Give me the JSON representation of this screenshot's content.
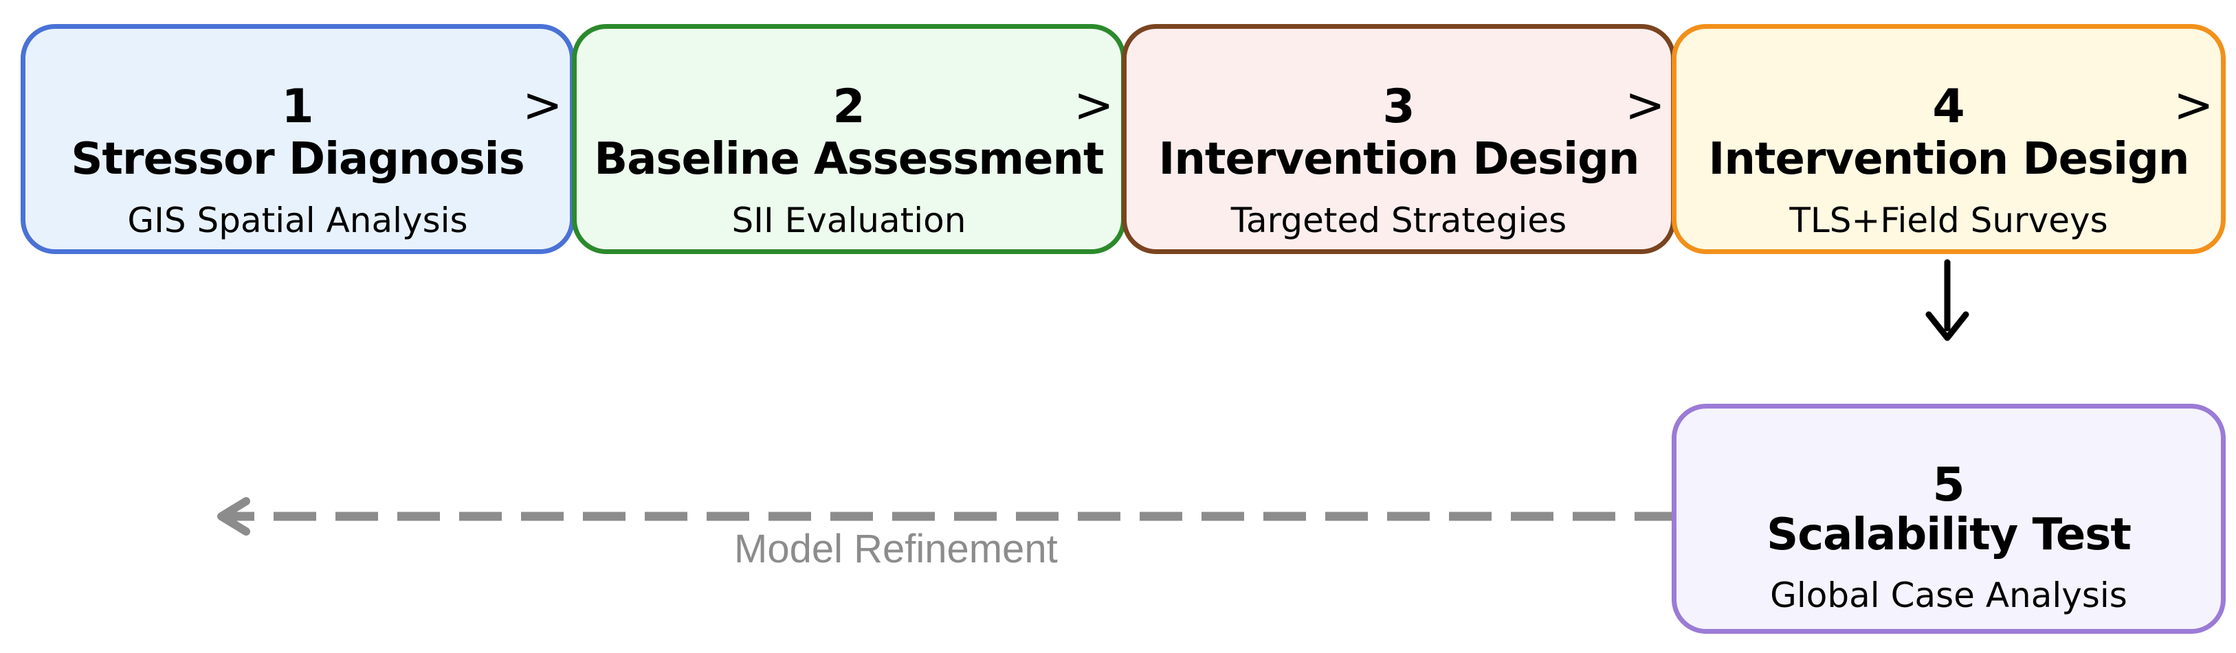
{
  "steps": [
    {
      "number": "1",
      "title": "Stressor Diagnosis",
      "subtitle": "GIS Spatial Analysis",
      "border_color": "#4a72d6",
      "fill_color": "#e8f2fd"
    },
    {
      "number": "2",
      "title": "Baseline Assessment",
      "subtitle": "SII Evaluation",
      "border_color": "#2b8a2b",
      "fill_color": "#edfbee"
    },
    {
      "number": "3",
      "title": "Intervention Design",
      "subtitle": "Targeted Strategies",
      "border_color": "#7a4420",
      "fill_color": "#fdeeee"
    },
    {
      "number": "4",
      "title": "Intervention Design",
      "subtitle": "TLS+Field Surveys",
      "border_color": "#f2901a",
      "fill_color": "#fff9e2"
    },
    {
      "number": "5",
      "title": "Scalability Test",
      "subtitle": "Global Case Analysis",
      "border_color": "#9b7bd6",
      "fill_color": "#f5f3fd"
    }
  ],
  "chevron_glyph": ">",
  "feedback": {
    "label": "Model Refinement",
    "line_color": "#8c8c8c"
  },
  "down_arrow_color": "#000000"
}
